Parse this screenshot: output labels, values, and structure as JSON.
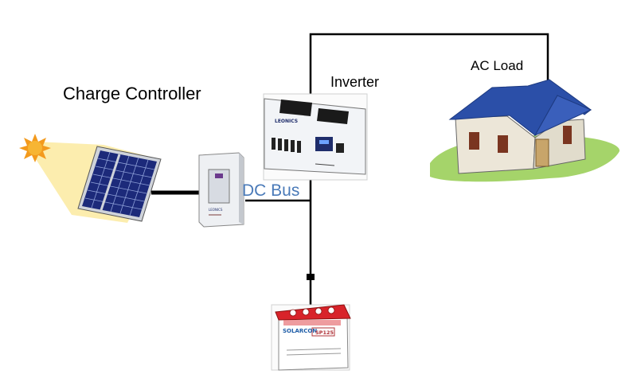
{
  "labels": {
    "charge_controller": "Charge Controller",
    "inverter": "Inverter",
    "ac_load": "AC Load",
    "dc_bus": "DC Bus"
  },
  "device_text": {
    "inverter_brand": "LEONICS",
    "controller_brand": "LEONICS",
    "battery_brand": "SOLARCON",
    "battery_model": "SP125"
  },
  "colors": {
    "wire": "#000000",
    "dc_bus_label": "#4a7ab8",
    "sun": "#f39a1d",
    "sunbeam": "#fbeaa0",
    "panel_cell": "#1c2a7a",
    "roof": "#2b4fa8",
    "house_wall": "#ece6d8",
    "grass": "#a5d46a",
    "battery_body": "#ffffff",
    "battery_lid": "#d8232a",
    "door": "#c8a56a",
    "window": "#7a3520"
  },
  "icons": {
    "sun": "sun-icon",
    "solar_panel": "solar-panel-icon",
    "charge_controller": "charge-controller-icon",
    "inverter": "inverter-icon",
    "house": "house-icon",
    "battery": "battery-icon"
  }
}
